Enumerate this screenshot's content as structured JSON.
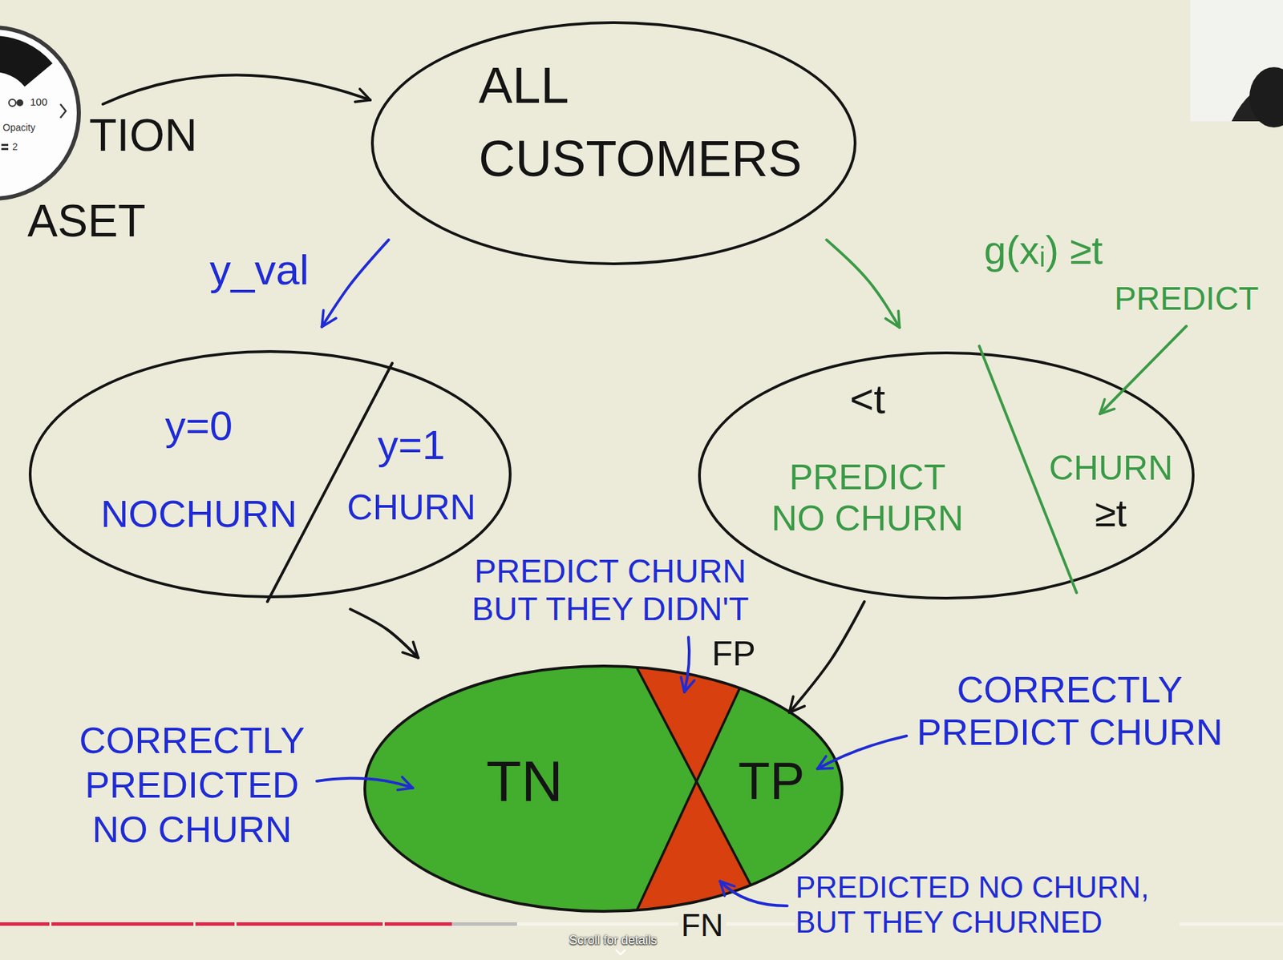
{
  "diagram": {
    "nodes": [
      {
        "text": [
          "ALL CUSTOMERS"
        ]
      },
      {
        "text": [
          "y=0",
          "NOCHURN"
        ]
      },
      {
        "text": [
          "y=1",
          "CHURN"
        ]
      },
      {
        "text": [
          "<t",
          "PREDICT NO CHURN"
        ]
      },
      {
        "text": [
          "CHURN",
          "≥t"
        ]
      },
      {
        "text": [
          "TN"
        ]
      },
      {
        "text": [
          "FP"
        ]
      },
      {
        "text": [
          "TP"
        ]
      },
      {
        "text": [
          "FN"
        ]
      }
    ],
    "edges": [
      {
        "from": 0,
        "to": 1,
        "arrow": "to",
        "label": "y_val"
      },
      {
        "from": 0,
        "to": 3,
        "arrow": "to",
        "label": "g(xᵢ) ≥t"
      },
      {
        "from": 1,
        "to": 5,
        "arrow": "to"
      },
      {
        "from": 3,
        "to": 7,
        "arrow": "to"
      }
    ],
    "labels": [
      "TION",
      "ASET",
      "PREDICT",
      "PREDICT CHURN BUT THEY DIDN'T",
      "CORRECTLY PREDICT CHURN",
      "CORRECTLY PREDICTED NO CHURN",
      "PREDICTED NO CHURN, BUT THEY CHURNED",
      "100",
      "Opacity",
      "2",
      "Scroll for details"
    ]
  }
}
